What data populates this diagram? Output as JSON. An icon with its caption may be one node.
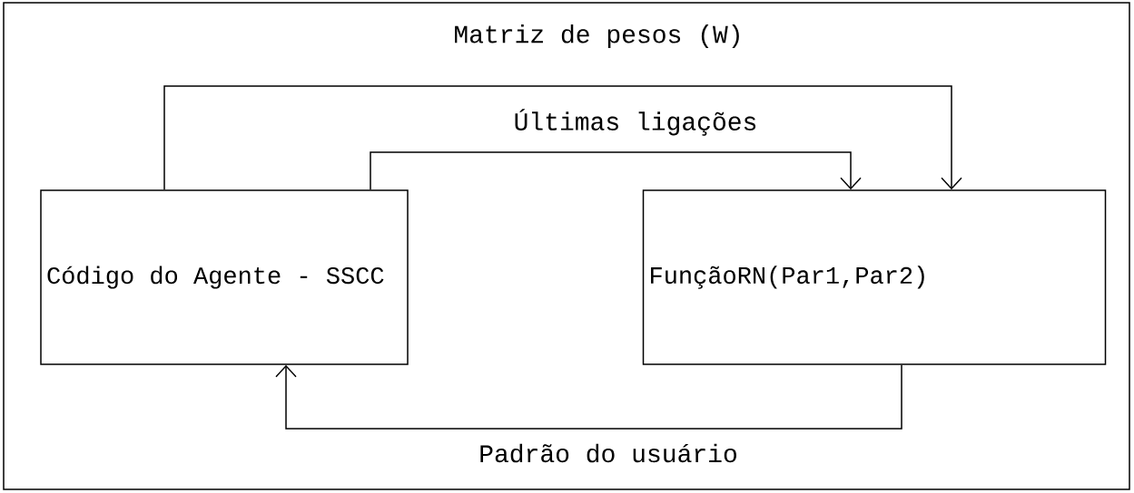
{
  "diagram": {
    "nodes": [
      {
        "text": [
          "Código do Agente - SSCC"
        ]
      },
      {
        "text": [
          "FunçãoRN(Par1,Par2)"
        ]
      }
    ],
    "edges": [
      {
        "from": 0,
        "to": 1,
        "arrow": "to",
        "label": "Matriz de pesos (W)"
      },
      {
        "from": 0,
        "to": 1,
        "arrow": "to",
        "label": "Últimas ligações"
      },
      {
        "from": 1,
        "to": 0,
        "arrow": "to",
        "label": "Padrão do usuário"
      }
    ]
  }
}
